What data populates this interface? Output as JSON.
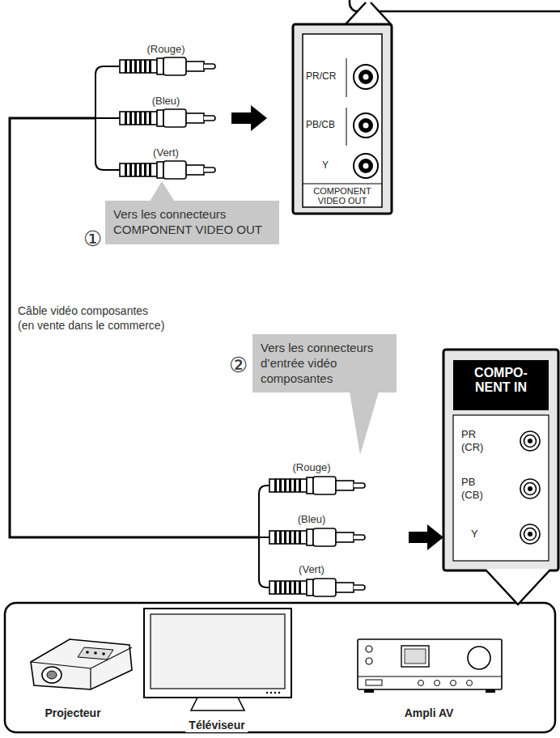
{
  "diagram": {
    "nodes": [
      {
        "text": [
          "PR/CR",
          "PB/CB",
          "Y",
          "COMPONENT VIDEO OUT"
        ]
      },
      {
        "text": [
          "Vers les connecteurs COMPONENT VIDEO OUT"
        ]
      },
      {
        "text": [
          "Vers les connecteurs d’entrée vidéo composantes"
        ]
      },
      {
        "text": [
          "COMPO- NENT IN",
          "PR (CR)",
          "PB (CB)",
          "Y"
        ]
      },
      {
        "text": [
          "Projecteur",
          "Téléviseur",
          "Ampli AV"
        ]
      }
    ],
    "labels": [
      "(Rouge)",
      "(Bleu)",
      "(Vert)",
      "①",
      "Câble vidéo composantes (en vente dans le commerce)",
      "②",
      "(Rouge)",
      "(Bleu)",
      "(Vert)"
    ]
  }
}
